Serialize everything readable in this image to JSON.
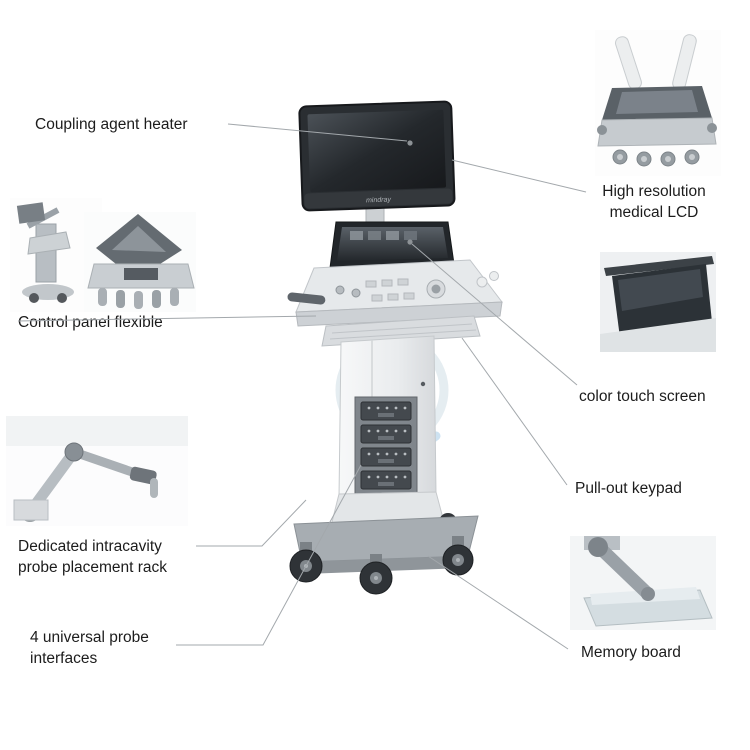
{
  "machine": {
    "brand_label": "mindray"
  },
  "callouts": {
    "coupling_agent_heater": {
      "label": "Coupling agent heater"
    },
    "high_resolution_lcd": {
      "line1": "High resolution",
      "line2": "medical LCD"
    },
    "control_panel_flexible": {
      "label": "Control panel flexible"
    },
    "color_touch_screen": {
      "label": "color touch screen"
    },
    "pull_out_keypad": {
      "label": "Pull-out keypad"
    },
    "intracavity_rack": {
      "line1": "Dedicated intracavity",
      "line2": "probe placement rack"
    },
    "probe_interfaces": {
      "line1": "4 universal probe",
      "line2": "interfaces"
    },
    "memory_board": {
      "label": "Memory board"
    }
  },
  "colors": {
    "background": "#ffffff",
    "text": "#1c1c1c",
    "callout_line": "#a3a8ac",
    "watermark_blue": "#4f9bd0",
    "screen_dark": "#24282c"
  }
}
